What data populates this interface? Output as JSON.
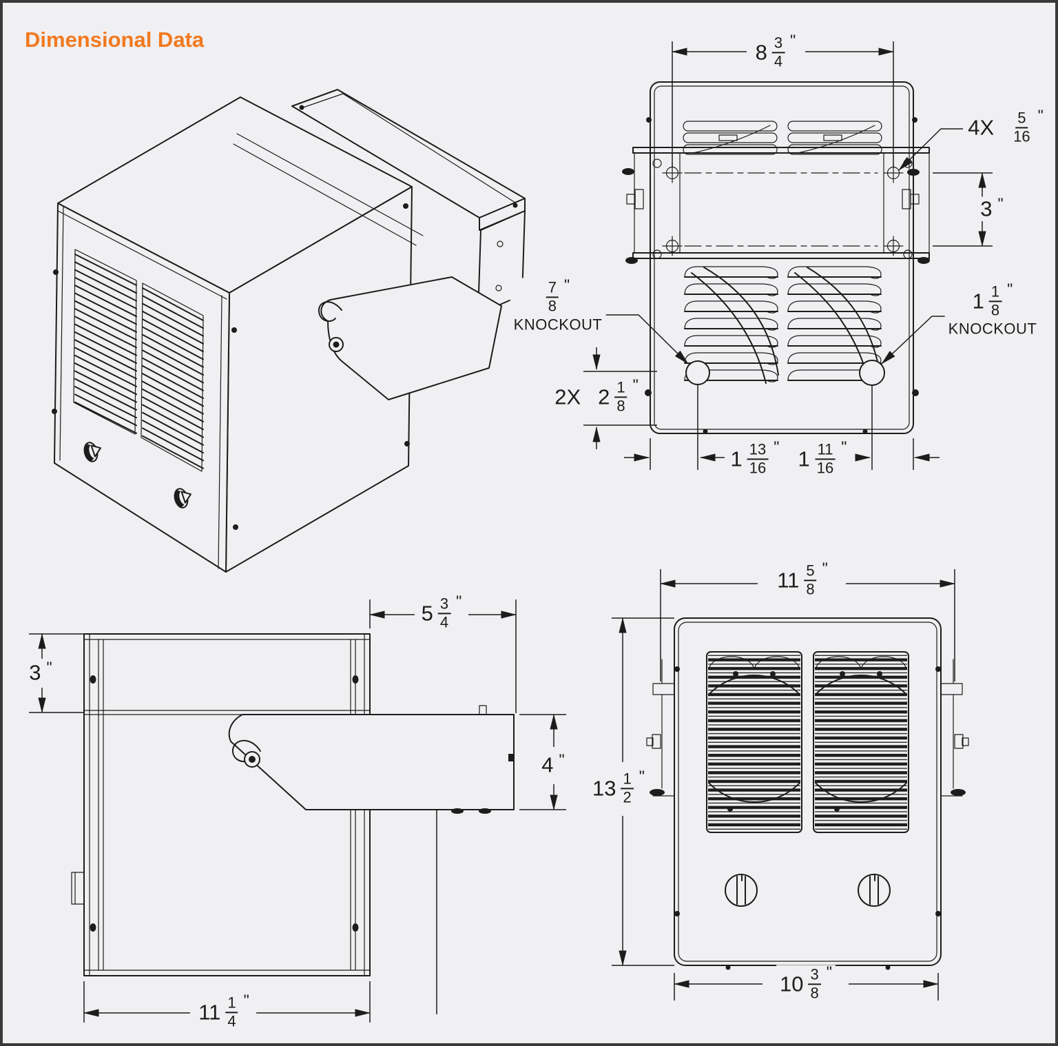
{
  "page": {
    "title": "Dimensional Data"
  },
  "colors": {
    "accent": "#f2791f",
    "line": "#1c1c1c",
    "background": "#f0eff1",
    "border": "#3a3a3a"
  },
  "views": {
    "isometric": {
      "description": "isometric view of heater with wall mounting bracket"
    },
    "top": {
      "dims": {
        "width": {
          "whole": "8",
          "num": "3",
          "den": "4",
          "unit": "\""
        },
        "mount_holes": {
          "prefix": "4X",
          "num": "5",
          "den": "16",
          "unit": "\""
        },
        "hole_spacing": {
          "whole": "3",
          "unit": "\""
        },
        "knockout_left": {
          "num": "7",
          "den": "8",
          "unit": "\"",
          "label": "KNOCKOUT"
        },
        "knockout_right": {
          "whole": "1",
          "num": "1",
          "den": "8",
          "unit": "\"",
          "label": "KNOCKOUT"
        },
        "knockout_offset": {
          "prefix": "2X",
          "whole": "2",
          "num": "1",
          "den": "8",
          "unit": "\""
        },
        "knockout_left_pos": {
          "whole": "1",
          "num": "13",
          "den": "16",
          "unit": "\""
        },
        "knockout_right_pos": {
          "whole": "1",
          "num": "11",
          "den": "16",
          "unit": "\""
        }
      }
    },
    "side": {
      "dims": {
        "bracket_drop": {
          "whole": "3",
          "unit": "\""
        },
        "bracket_length": {
          "whole": "5",
          "num": "3",
          "den": "4",
          "unit": "\""
        },
        "bracket_height": {
          "whole": "4",
          "unit": "\""
        },
        "depth": {
          "whole": "11",
          "num": "1",
          "den": "4",
          "unit": "\""
        }
      }
    },
    "front": {
      "dims": {
        "overall_width": {
          "whole": "11",
          "num": "5",
          "den": "8",
          "unit": "\""
        },
        "height": {
          "whole": "13",
          "num": "1",
          "den": "2",
          "unit": "\""
        },
        "body_width": {
          "whole": "10",
          "num": "3",
          "den": "8",
          "unit": "\""
        }
      }
    }
  }
}
